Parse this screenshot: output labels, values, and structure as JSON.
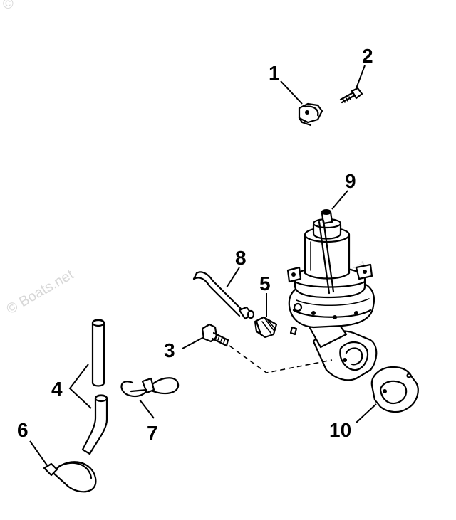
{
  "watermark": {
    "corner_mark": "©",
    "text": "© Boats.net",
    "text_partial": "net"
  },
  "callouts": [
    {
      "id": "1",
      "label": "1"
    },
    {
      "id": "2",
      "label": "2"
    },
    {
      "id": "3",
      "label": "3"
    },
    {
      "id": "4",
      "label": "4"
    },
    {
      "id": "5",
      "label": "5"
    },
    {
      "id": "6",
      "label": "6"
    },
    {
      "id": "7",
      "label": "7"
    },
    {
      "id": "8",
      "label": "8"
    },
    {
      "id": "9",
      "label": "9"
    },
    {
      "id": "10",
      "label": "10"
    }
  ],
  "colors": {
    "ink": "#000000",
    "watermark": "#d7d7d7",
    "background": "#ffffff"
  }
}
